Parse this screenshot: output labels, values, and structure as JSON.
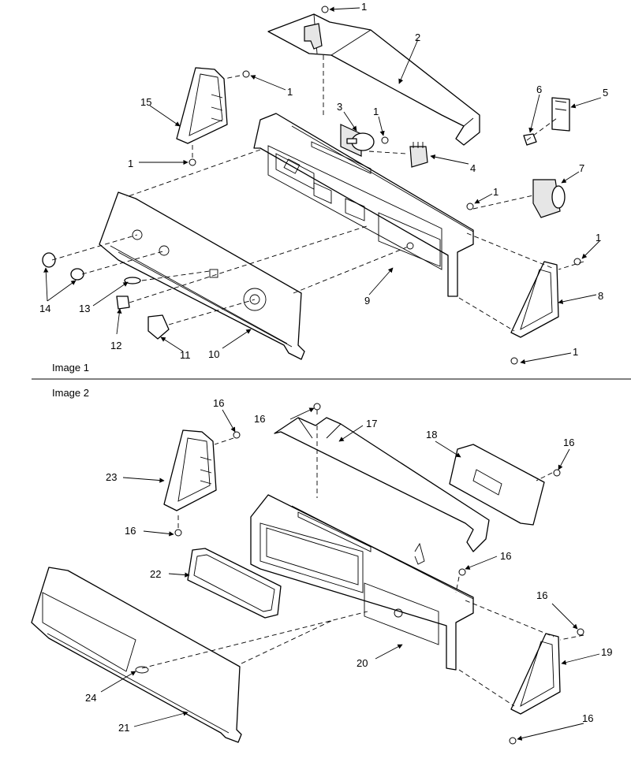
{
  "image1": {
    "caption": "Image 1",
    "callouts": [
      "1",
      "2",
      "1",
      "3",
      "1",
      "15",
      "5",
      "6",
      "4",
      "7",
      "1",
      "1",
      "14",
      "13",
      "9",
      "8",
      "12",
      "11",
      "10",
      "1"
    ]
  },
  "image2": {
    "caption": "Image 2",
    "callouts": [
      "16",
      "16",
      "17",
      "18",
      "16",
      "23",
      "16",
      "22",
      "16",
      "16",
      "20",
      "19",
      "24",
      "21",
      "16"
    ]
  }
}
